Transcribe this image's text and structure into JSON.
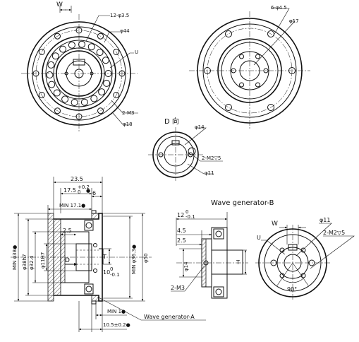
{
  "top_left_view": {
    "label_w": "W",
    "holes": "12-φ3.5",
    "dia_44": "φ44",
    "label_u": "U",
    "thread": "2-M3",
    "dia_18": "φ18"
  },
  "top_right_view": {
    "holes": "6-φ4.5",
    "dia_17": "φ17"
  },
  "view_d": {
    "title": "D 向",
    "dia_14": "φ14",
    "thread": "2-M2▽5",
    "dia_11": "φ11"
  },
  "section_a": {
    "dim_23_5": "23.5",
    "dim_17_5": "17.5",
    "dim_17_5_tol_upper": "+0.2",
    "dim_17_5_tol_lower": "0",
    "dim_17_5_mark": "●",
    "dim_6": "6",
    "min_17_1": "MIN 17.1●",
    "dim_2_5": "2.5",
    "label_d": "D",
    "label_t": "T",
    "dim_10": "10",
    "dim_10_tol": "0",
    "dim_10_tol2": "-0.1",
    "min_38": "MIN φ38●",
    "dia_38h7": "φ38h7",
    "dia_32_4": "φ32.4",
    "dia_11h7": "φ11H7",
    "min_36_3": "MIN φ36.3●",
    "dia_50": "φ50",
    "min_1": "MIN 1●",
    "dim_10_5": "10.5±0.2●",
    "wave_gen_a": "Wave generator-A"
  },
  "wave_gen_b": {
    "title": "Wave generator-B",
    "dim_12": "12",
    "dim_12_tol_upper": "0",
    "dim_12_tol_lower": "-0.1",
    "dim_4_5": "4.5",
    "dim_2_5": "2.5",
    "dia_14": "φ14",
    "label_t": "T",
    "thread": "2-M3",
    "label_w": "W",
    "dia_11": "φ11",
    "label_u": "U",
    "thread_m2": "2-M2▽5",
    "angle": "90°"
  }
}
